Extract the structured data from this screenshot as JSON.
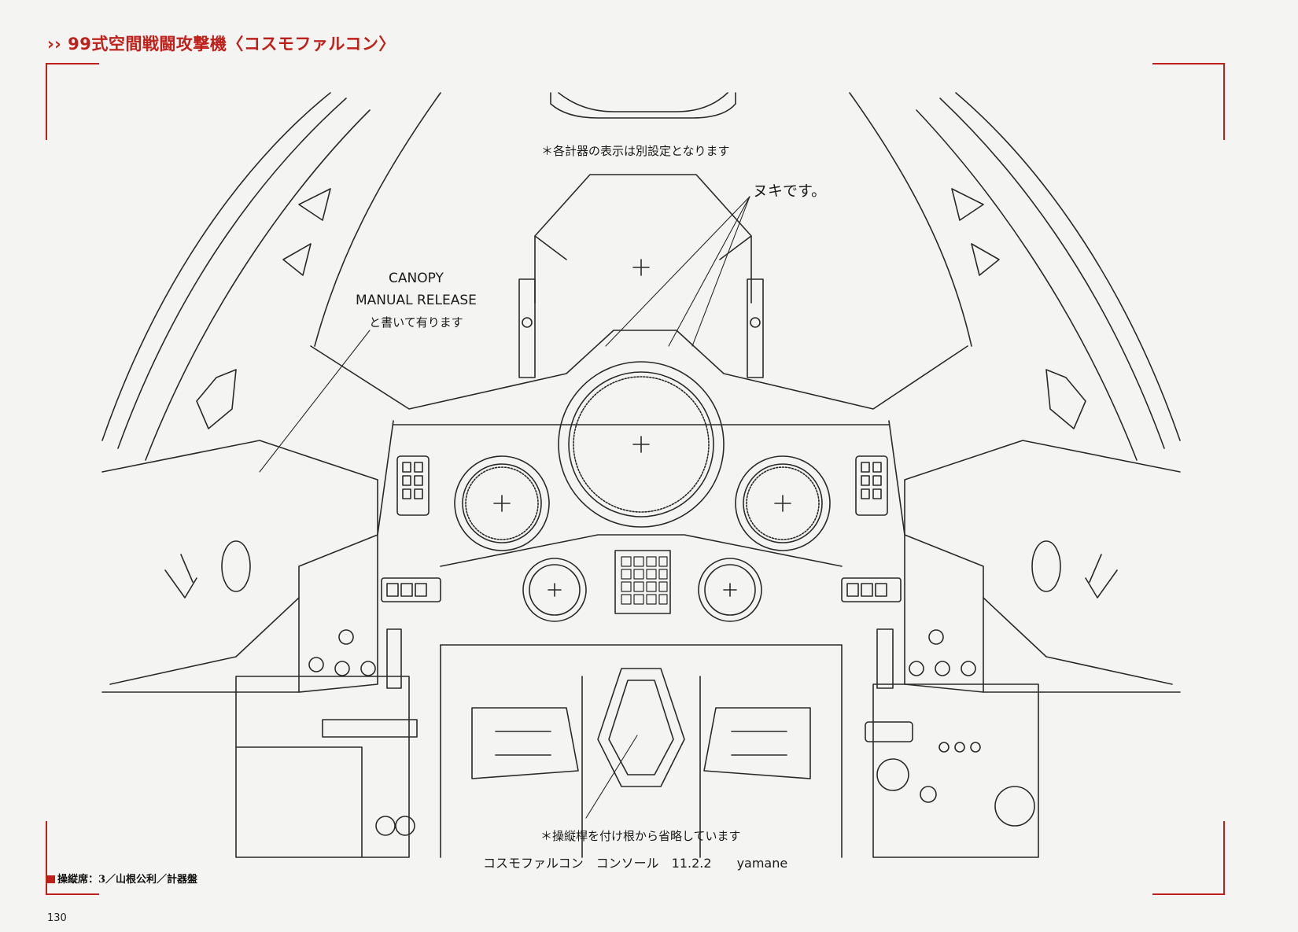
{
  "header": {
    "title": "›› 99式空間戦闘攻撃機〈コスモファルコン〉"
  },
  "notes": {
    "top": "＊各計器の表示は別設定となります",
    "nuki": "ヌキです。",
    "canopy_line1": "CANOPY",
    "canopy_line2": "MANUAL RELEASE",
    "canopy_line3": "と書いて有ります",
    "stick": "＊操縦桿を付け根から省略しています",
    "signature": "コスモファルコン　コンソール　11.2.2　　yamane"
  },
  "caption": {
    "text": "操縦席：3／山根公利／計器盤"
  },
  "page_number": "130",
  "colors": {
    "accent": "#c0201a",
    "ink": "#1a1a1a",
    "paper": "#f4f4f2"
  }
}
